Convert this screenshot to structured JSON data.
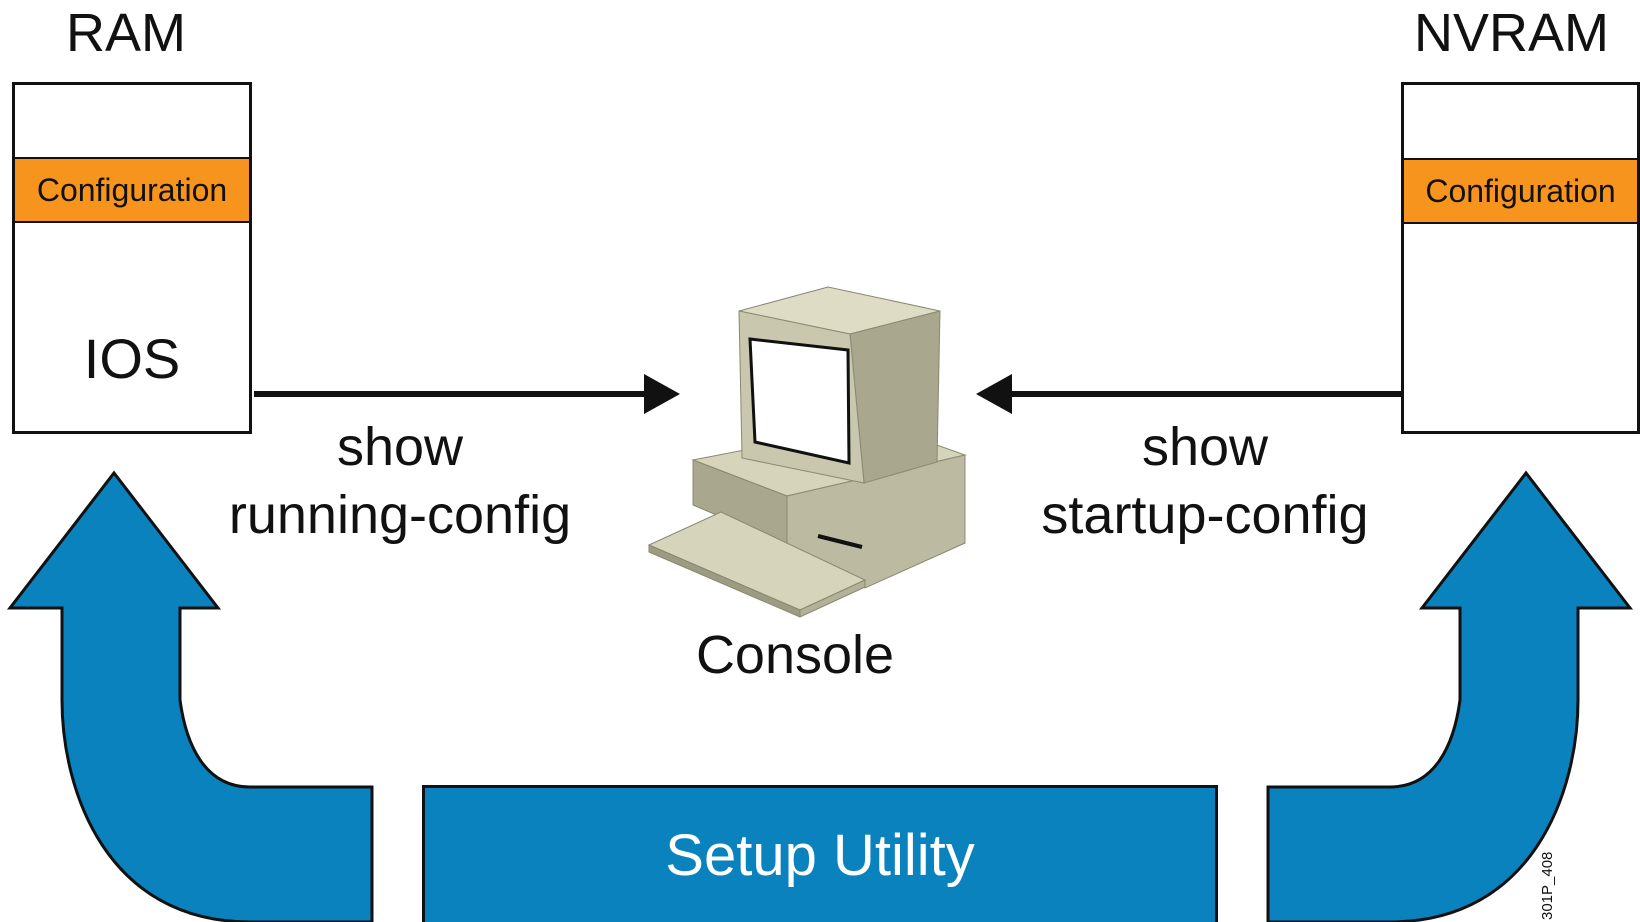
{
  "colors": {
    "background": "#ffffff",
    "outline": "#111111",
    "configuration_fill": "#f7941d",
    "setup_blue": "#0a82be",
    "computer_light": "#d6d4bb",
    "computer_mid": "#bcbaa0",
    "computer_dark": "#9d9b82",
    "screen": "#ffffff"
  },
  "ram": {
    "title": "RAM",
    "configuration_label": "Configuration",
    "ios_label": "IOS"
  },
  "nvram": {
    "title": "NVRAM",
    "configuration_label": "Configuration"
  },
  "left_command": {
    "line1": "show",
    "line2": "running-config"
  },
  "right_command": {
    "line1": "show",
    "line2": "startup-config"
  },
  "console": {
    "label": "Console",
    "icon": "computer-icon"
  },
  "setup": {
    "label": "Setup Utility"
  },
  "figure_id": "301P_408"
}
